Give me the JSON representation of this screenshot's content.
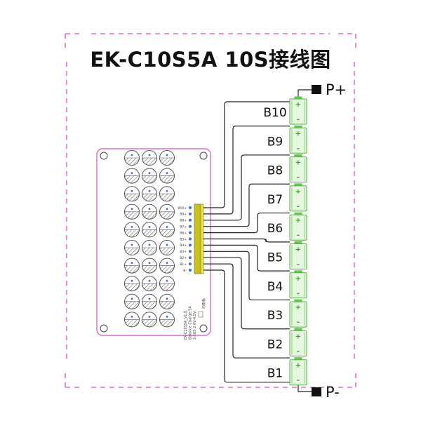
{
  "title": "EK-C10S5A  10S接线图",
  "terminals": {
    "positive": "P+",
    "negative": "P-"
  },
  "batteries": [
    "B10",
    "B9",
    "B8",
    "B7",
    "B6",
    "B5",
    "B4",
    "B3",
    "B2",
    "B1"
  ],
  "cell_signs": {
    "plus": "+",
    "minus": "-"
  },
  "board": {
    "capacitor_rows": 10,
    "capacitors_per_row": 3,
    "connector_pins": 11,
    "connector_labels": [
      "B10+",
      "B9+",
      "B8+",
      "B7+",
      "B6+",
      "B5+",
      "B4+",
      "B3+",
      "B2+",
      "B1+",
      "B-"
    ],
    "silkscreen_lines": [
      "EK-C10S5A_V1.0",
      "Balance Charge:5A",
      "2-10S 2.0V-4.5V"
    ],
    "side_label": "均衡板"
  },
  "colors": {
    "crop_marks": "#d24fc0",
    "board_outline": "#d24fc0",
    "cell_fill": "#e6f7df",
    "cell_stroke": "#4fb13a",
    "plus_sign": "#3a9a28",
    "connector": "#c9c21d",
    "wire": "#222222"
  }
}
